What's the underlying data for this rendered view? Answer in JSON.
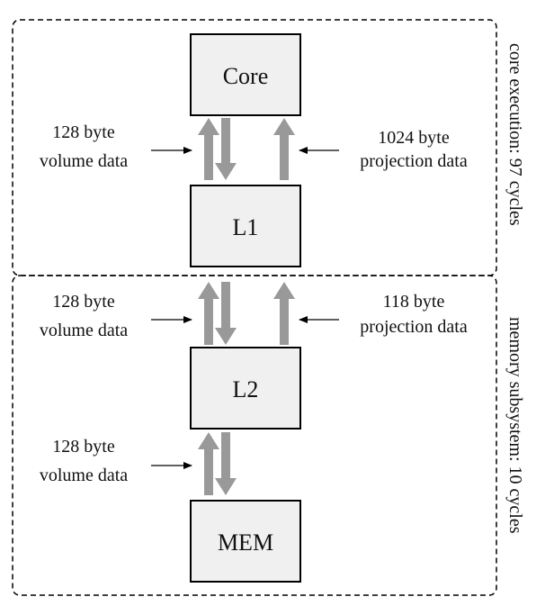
{
  "regions": {
    "top_label": "core execution: 97 cycles",
    "bottom_label": "memory subsystem: 10 cycles"
  },
  "boxes": {
    "core": "Core",
    "l1": "L1",
    "l2": "L2",
    "mem": "MEM"
  },
  "annotations": {
    "core_l1_left": {
      "line1": "128 byte",
      "line2": "volume data"
    },
    "core_l1_right": {
      "line1": "1024 byte",
      "line2": "projection data"
    },
    "l1_l2_left": {
      "line1": "128 byte",
      "line2": "volume data"
    },
    "l1_l2_right": {
      "line1": "118 byte",
      "line2": "projection data"
    },
    "l2_mem_left": {
      "line1": "128 byte",
      "line2": "volume data"
    }
  },
  "colors": {
    "box_fill": "#f0f0f0",
    "box_stroke": "#000000",
    "arrow_gray": "#999999",
    "dash_stroke": "#000000"
  }
}
